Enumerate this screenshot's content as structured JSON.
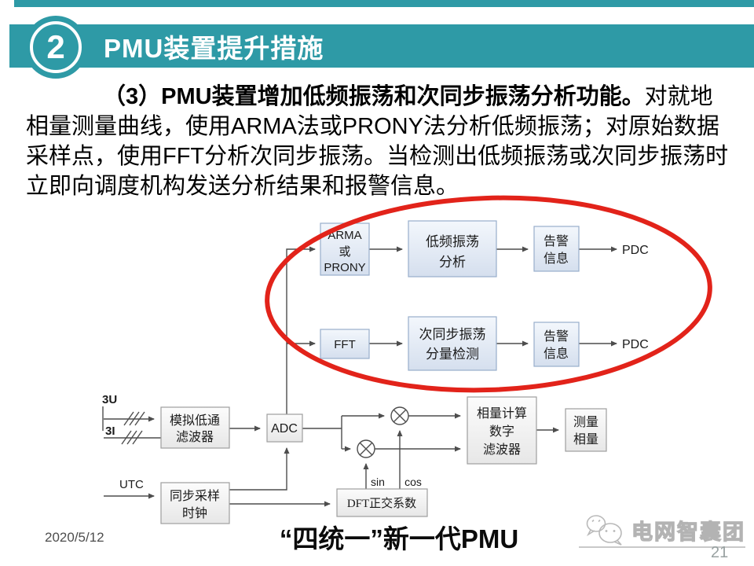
{
  "header": {
    "badge": "2",
    "title": "PMU装置提升措施"
  },
  "body": {
    "lead": "（3）PMU装置增加低频振荡和次同步振荡分析功能。",
    "rest": "对就地相量测量曲线，使用ARMA法或PRONY法分析低频振荡；对原始数据采样点，使用FFT分析次同步振荡。当检测出低频振荡或次同步振荡时立即向调度机构发送分析结果和报警信息。"
  },
  "diagram": {
    "boxes": {
      "arma": [
        "ARMA",
        "或",
        "PRONY"
      ],
      "lfo": [
        "低频振荡",
        "分析"
      ],
      "alarm_top": [
        "告警",
        "信息"
      ],
      "fft": [
        "FFT"
      ],
      "sso": [
        "次同步振荡",
        "分量检测"
      ],
      "alarm_bottom": [
        "告警",
        "信息"
      ],
      "lpf": [
        "模拟低通",
        "滤波器"
      ],
      "adc": [
        "ADC"
      ],
      "clock": [
        "同步采样",
        "时钟"
      ],
      "dft": [
        "DFT正交系数"
      ],
      "digital_filter": [
        "相量计算",
        "数字",
        "滤波器"
      ],
      "phasor": [
        "测量",
        "相量"
      ]
    },
    "labels": {
      "pdc_top": "PDC",
      "pdc_bottom": "PDC",
      "input_3u": "3U",
      "input_3i": "3I",
      "utc": "UTC",
      "sin": "sin",
      "cos": "cos"
    }
  },
  "footer": {
    "date": "2020/5/12",
    "caption": "“四统一”新一代PMU",
    "brand": "电网智囊团",
    "page": "21"
  },
  "colors": {
    "accent_teal": "#2e9aa6",
    "highlight_red": "#e2231a"
  }
}
